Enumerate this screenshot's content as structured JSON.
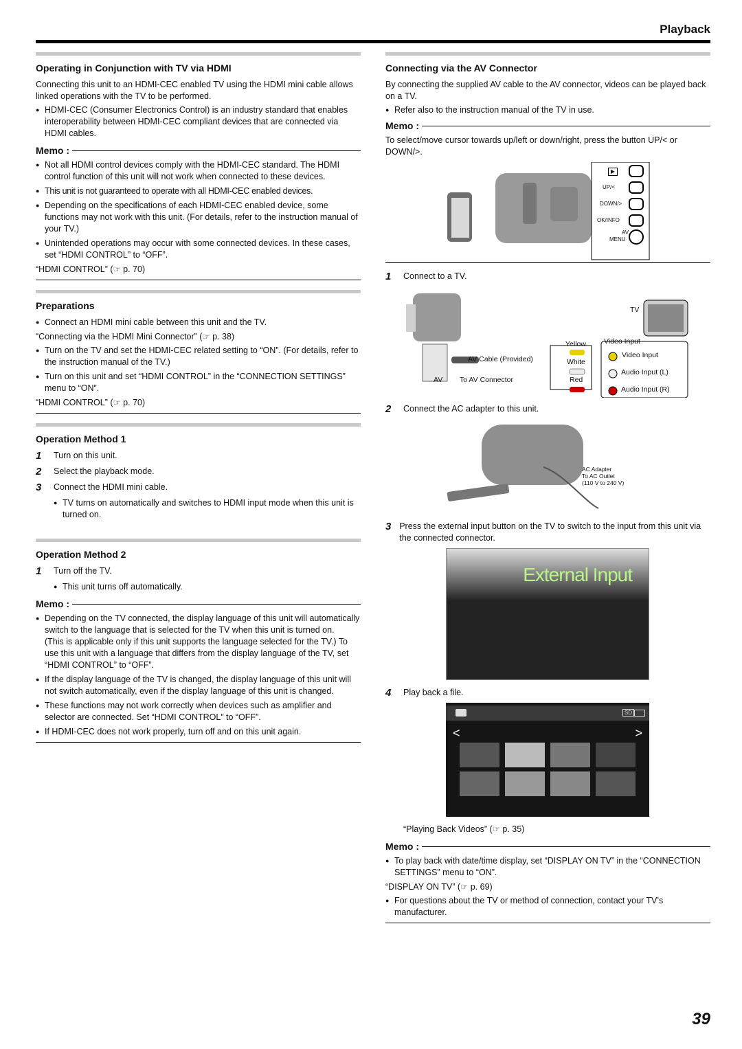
{
  "header": {
    "title": "Playback"
  },
  "left": {
    "hdmi": {
      "title": "Operating in Conjunction with TV via HDMI",
      "intro": "Connecting this unit to an HDMI-CEC enabled TV using the HDMI mini cable allows linked operations with the TV to be performed.",
      "bullets": [
        "HDMI-CEC (Consumer Electronics Control) is an industry standard that enables interoperability between HDMI-CEC compliant devices that are connected via HDMI cables."
      ],
      "memo_label": "Memo :",
      "memo": [
        "Not all HDMI control devices comply with the HDMI-CEC standard. The HDMI control function of this unit will not work when connected to these devices.",
        "This unit is not guaranteed to operate with all HDMI-CEC enabled devices.",
        "Depending on the specifications of each HDMI-CEC enabled device, some functions may not work with this unit. (For details, refer to the instruction manual of your TV.)",
        "Unintended operations may occur with some connected devices. In these cases, set “HDMI CONTROL” to “OFF”."
      ],
      "ref": "“HDMI CONTROL” (☞ p. 70)"
    },
    "prep": {
      "title": "Preparations",
      "b1": "Connect an HDMI mini cable between this unit and the TV.",
      "ref1": "“Connecting via the HDMI Mini Connector” (☞ p. 38)",
      "b2": "Turn on the TV and set the HDMI-CEC related setting to “ON”. (For details, refer to the instruction manual of the TV.)",
      "b3": "Turn on this unit and set “HDMI CONTROL” in the “CONNECTION SETTINGS” menu to “ON”.",
      "ref2": "“HDMI CONTROL” (☞ p. 70)"
    },
    "op1": {
      "title": "Operation Method 1",
      "steps": [
        "Turn on this unit.",
        "Select the playback mode.",
        "Connect the HDMI mini cable."
      ],
      "nums": [
        "1",
        "2",
        "3"
      ],
      "sub": "TV turns on automatically and switches to HDMI input mode when this unit is turned on."
    },
    "op2": {
      "title": "Operation Method 2",
      "step_num": "1",
      "step": "Turn off the TV.",
      "sub": "This unit turns off automatically.",
      "memo_label": "Memo :",
      "memo1": "Depending on the TV connected, the display language of this unit will automatically switch to the language that is selected for the TV when this unit is turned on.",
      "memo1b": "(This is applicable only if this unit supports the language selected for the TV.) To use this unit with a language that differs from the display language of the TV, set “HDMI CONTROL” to “OFF”.",
      "memo2": "If the display language of the TV is changed, the display language of this unit will not switch automatically, even if the display language of this unit is changed.",
      "memo3": "These functions may not work correctly when devices such as amplifier and selector are connected. Set “HDMI CONTROL” to “OFF”.",
      "memo4": "If HDMI-CEC does not work properly, turn off and on this unit again."
    }
  },
  "right": {
    "av": {
      "title": "Connecting via the AV Connector",
      "intro": "By connecting the supplied AV cable to the AV connector, videos can be played back on a TV.",
      "bullet": "Refer also to the instruction manual of the TV in use.",
      "memo_label": "Memo :",
      "memo_text": "To select/move cursor towards up/left or down/right, press the button UP/< or DOWN/>.",
      "buttons": [
        "UP/<",
        "DOWN/>",
        "OK/INFO",
        "AV",
        "MENU"
      ]
    },
    "step1": {
      "num": "1",
      "text": "Connect to a TV."
    },
    "conn": {
      "tv": "TV",
      "video_input_header": "Video Input",
      "video_input": "Video Input",
      "audio_l": "Audio Input (L)",
      "audio_r": "Audio Input (R)",
      "yellow": "Yellow",
      "white": "White",
      "red": "Red",
      "cable": "AV Cable (Provided)",
      "to_av": "To AV Connector",
      "av": "AV"
    },
    "step2": {
      "num": "2",
      "text": "Connect the AC adapter to this unit."
    },
    "ac": {
      "l1": "AC Adapter",
      "l2": "To AC Outlet",
      "l3": "(110 V to 240 V)"
    },
    "step3": {
      "num": "3",
      "text": "Press the external input button on the TV to switch to the input from this unit via the connected connector."
    },
    "ext_input": "External Input",
    "step4": {
      "num": "4",
      "text": "Play back a file."
    },
    "playback_ref": "“Playing Back Videos” (☞ p. 35)",
    "memo2_label": "Memo :",
    "memo2_b1": "To play back with date/time display, set “DISPLAY ON TV” in the “CONNECTION SETTINGS” menu to “ON”.",
    "memo2_ref": "“DISPLAY ON TV” (☞ p. 69)",
    "memo2_b2": "For questions about the TV or method of connection, contact your TV’s manufacturer.",
    "sd_badge": "SD"
  },
  "page_number": "39"
}
